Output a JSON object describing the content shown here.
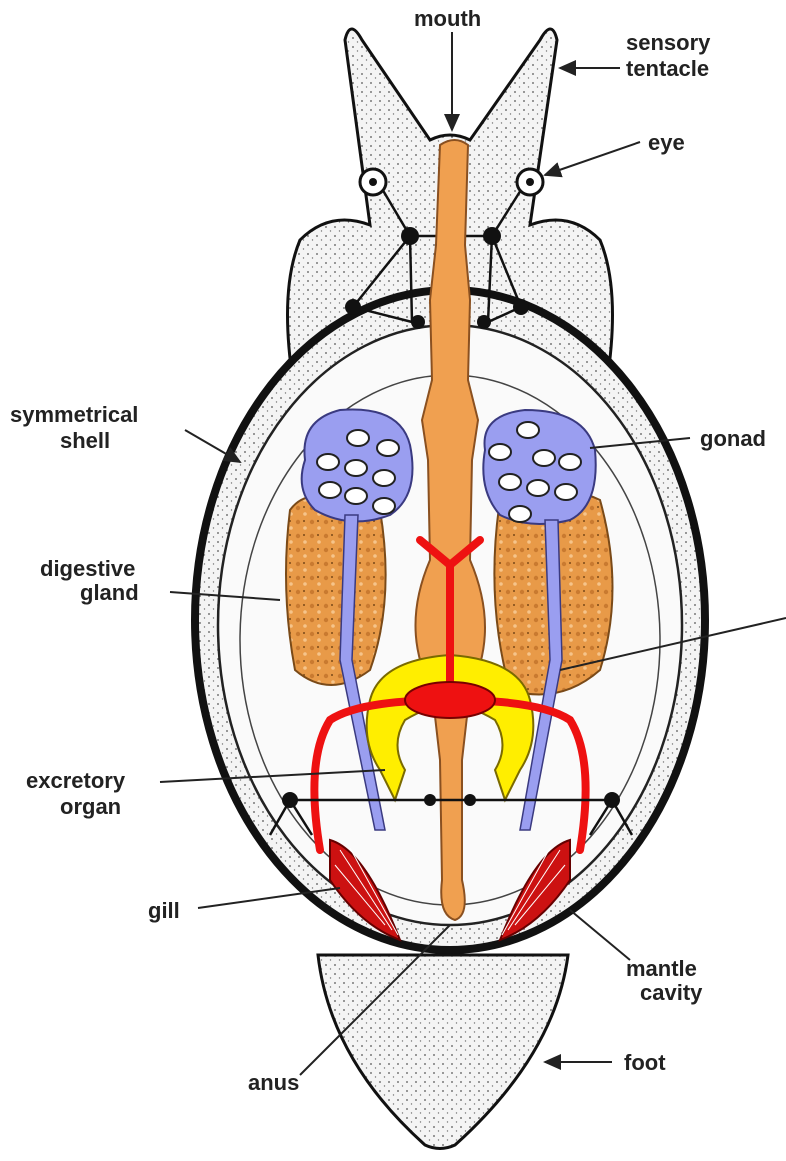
{
  "labels": {
    "mouth": "mouth",
    "sensory_line1": "sensory",
    "sensory_line2": "tentacle",
    "eye": "eye",
    "shell_line1": "symmetrical",
    "shell_line2": "shell",
    "gonad": "gonad",
    "digestive_line1": "digestive",
    "digestive_line2": "gland",
    "excretory_line1": "excretory",
    "excretory_line2": "organ",
    "gill": "gill",
    "mantle_line1": "mantle",
    "mantle_line2": "cavity",
    "anus": "anus",
    "foot": "foot"
  },
  "colors": {
    "body": "#f2f2f2",
    "gut": "#f0a050",
    "gonad": "#9a9ef0",
    "heart_blood": "#ee1111",
    "excretory": "#ffee00",
    "digestive": "#e89a48"
  }
}
